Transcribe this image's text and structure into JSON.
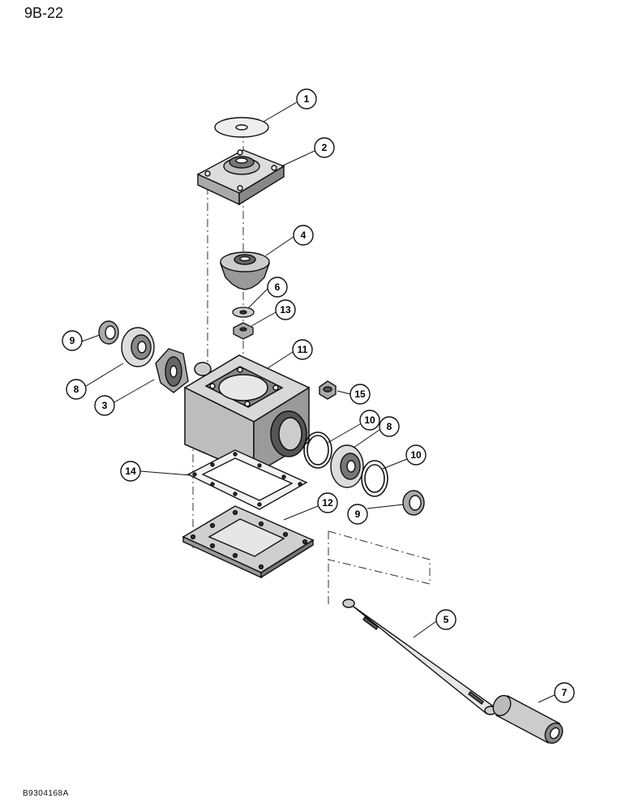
{
  "page_code": "9B-22",
  "figure_code": "B9304168A",
  "callouts": [
    {
      "id": "c1",
      "label": "1"
    },
    {
      "id": "c2",
      "label": "2"
    },
    {
      "id": "c4",
      "label": "4"
    },
    {
      "id": "c6",
      "label": "6"
    },
    {
      "id": "c13",
      "label": "13"
    },
    {
      "id": "c9a",
      "label": "9"
    },
    {
      "id": "c11",
      "label": "11"
    },
    {
      "id": "c8a",
      "label": "8"
    },
    {
      "id": "c15",
      "label": "15"
    },
    {
      "id": "c3",
      "label": "3"
    },
    {
      "id": "c10a",
      "label": "10"
    },
    {
      "id": "c8b",
      "label": "8"
    },
    {
      "id": "c10b",
      "label": "10"
    },
    {
      "id": "c14",
      "label": "14"
    },
    {
      "id": "c12",
      "label": "12"
    },
    {
      "id": "c9b",
      "label": "9"
    },
    {
      "id": "c5",
      "label": "5"
    },
    {
      "id": "c7",
      "label": "7"
    }
  ]
}
